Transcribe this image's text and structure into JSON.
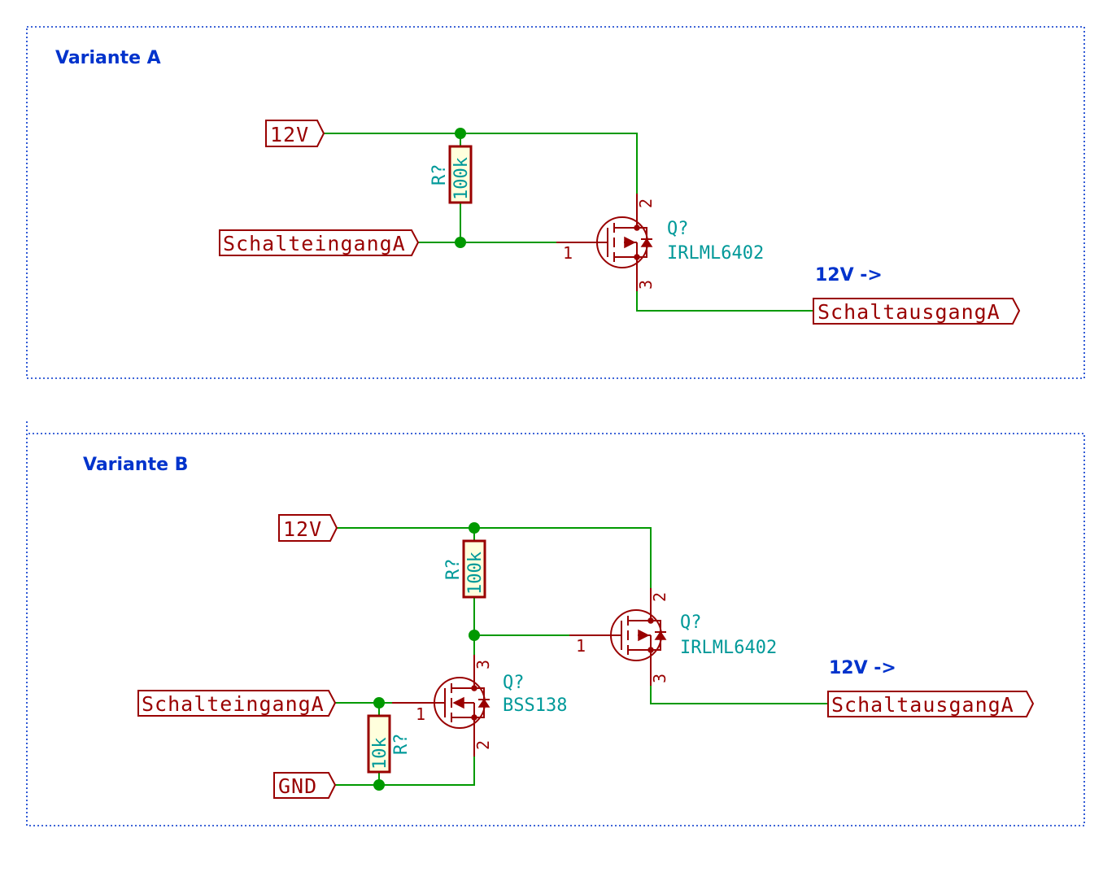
{
  "variant_a": {
    "title": "Variante A",
    "label_12v": "12V",
    "label_input": "SchalteingangA",
    "label_output": "SchaltausgangA",
    "note": "12V ->",
    "r1": {
      "ref": "R?",
      "value": "100k"
    },
    "q1": {
      "ref": "Q?",
      "value": "IRLML6402",
      "pin_gate": "1",
      "pin_drain": "2",
      "pin_source": "3"
    }
  },
  "variant_b": {
    "title": "Variante B",
    "label_12v": "12V",
    "label_input": "SchalteingangA",
    "label_gnd": "GND",
    "label_output": "SchaltausgangA",
    "note": "12V ->",
    "r1": {
      "ref": "R?",
      "value": "100k"
    },
    "r2": {
      "ref": "R?",
      "value": "10k"
    },
    "q1": {
      "ref": "Q?",
      "value": "IRLML6402",
      "pin_gate": "1",
      "pin_drain": "2",
      "pin_source": "3"
    },
    "q2": {
      "ref": "Q?",
      "value": "BSS138",
      "pin_gate": "1",
      "pin_drain": "3",
      "pin_source": "2"
    }
  },
  "colors": {
    "wire": "#009900",
    "device": "#990000",
    "reference": "#009999",
    "annotation": "#0033cc",
    "resistor_fill": "#ffffdd"
  }
}
